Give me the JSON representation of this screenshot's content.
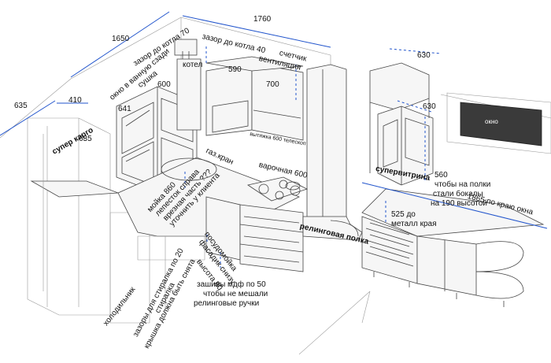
{
  "dimensions": {
    "d1650": "1650",
    "d1760": "1760",
    "d635": "635",
    "d410": "410",
    "d630a": "630",
    "d630b": "630",
    "d590": "590",
    "d700": "700",
    "d600": "600",
    "d641": "641",
    "d635b": "635",
    "d1865": "1865 по краю окна"
  },
  "annotations": {
    "zazor_kotla_70": "зазор до котла 70",
    "zazor_kotla_40": "зазор до котла 40",
    "okno_vannuyu": "окно в ванную сзади",
    "schetchik": "счетчик",
    "ventilyaciya": "вентиляция",
    "kotel": "котел",
    "sushka": "сушка",
    "vytyazhka": "вытяжка 600 телескоп",
    "gaz_kran": "газ.кран",
    "varochnaya": "варочная 600",
    "moyka": "мойка 860",
    "leposok": "лепесток справа",
    "vreznaya": "врезная часть ???",
    "utochnit": "уточнить у клиента",
    "posudomoyka": "посудомойка",
    "fasadik": "фасадик снизу",
    "vysota80": "высота 80",
    "zashivy": "зашивы мдф по 50",
    "chtoby_ne": "чтобы не мешали",
    "relingovye_ruchki": "релинговые ручки",
    "relingovaya_polka": "релинговая полка",
    "zazory_stiralka": "зазоры для стиралка по 20",
    "kryshka": "крышка должна быть снята",
    "stiralka": "стиралка",
    "holodilnik": "холодильник",
    "supervitrina": "супервитрина",
    "n560": "560",
    "chtoby_na_polki": "чтобы на полки",
    "stali_bokaly": "стали бокалы",
    "na_190": "на 190 высотой",
    "n525": "525 до",
    "metall_kraya": "металл края",
    "okno": "окно",
    "superkargo": "супер карго"
  },
  "colors": {
    "dimension_line": "#2255cc",
    "line": "#444444",
    "window_fill": "#3a3a3a"
  }
}
